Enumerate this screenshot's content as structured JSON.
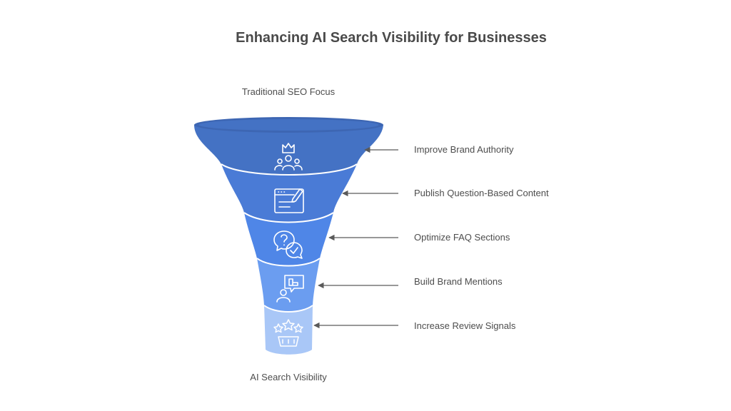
{
  "title": "Enhancing AI Search Visibility for Businesses",
  "top_label": "Traditional SEO Focus",
  "bottom_label": "AI Search Visibility",
  "colors": {
    "title": "#4a4a4a",
    "text": "#4d4d4d",
    "arrow": "#5a5a5a",
    "icon_stroke": "#ffffff",
    "band_divider": "#ffffff"
  },
  "stages": [
    {
      "label": "Improve Brand Authority",
      "icon": "crown-people-icon",
      "color": "#4472c4"
    },
    {
      "label": "Publish Question-Based Content",
      "icon": "browser-pen-icon",
      "color": "#4a7bd6"
    },
    {
      "label": "Optimize FAQ Sections",
      "icon": "question-chat-icon",
      "color": "#4f86e7"
    },
    {
      "label": "Build Brand Mentions",
      "icon": "person-speech-icon",
      "color": "#6b9df0"
    },
    {
      "label": "Increase Review Signals",
      "icon": "stars-basket-icon",
      "color": "#a9c7f7"
    }
  ]
}
